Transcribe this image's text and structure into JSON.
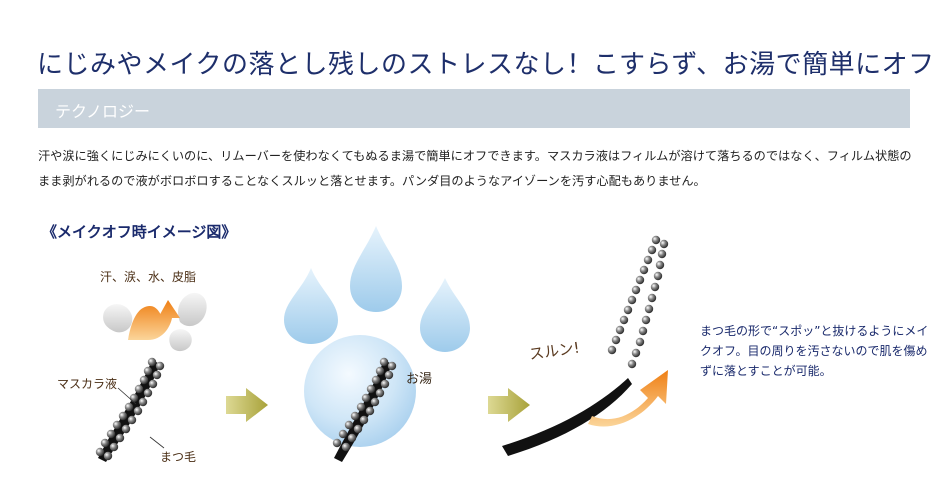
{
  "headline": "にじみやメイクの落とし残しのストレスなし！こすらず、お湯で簡単にオフ",
  "section": {
    "title": "テクノロジー"
  },
  "body": "汗や涙に強くにじみにくいのに、リムーバーを使わなくてもぬるま湯で簡単にオフできます。マスカラ液はフィルムが溶けて落ちるのではなく、フィルム状態のまま剥がれるので液がボロボロすることなくスルッと落とせます。パンダ目のようなアイゾーンを汚す心配もありません。",
  "figure": {
    "title": "《メイクオフ時イメージ図》",
    "label_repel": "汗、涙、水、皮脂",
    "label_mascara": "マスカラ液",
    "label_lash": "まつ毛",
    "label_water": "お湯",
    "label_slide": "スルン!",
    "description": "まつ毛の形で“スポッ”と抜けるようにメイクオフ。目の周りを汚さないので肌を傷めずに落とすことが可能。"
  },
  "colors": {
    "headline": "#1e2f6b",
    "section_bar": "#c9d3dc",
    "accent_orange": "#f08a1e",
    "arrow_olive": "#b5b04a",
    "water_blue": "#bcdcf2"
  }
}
